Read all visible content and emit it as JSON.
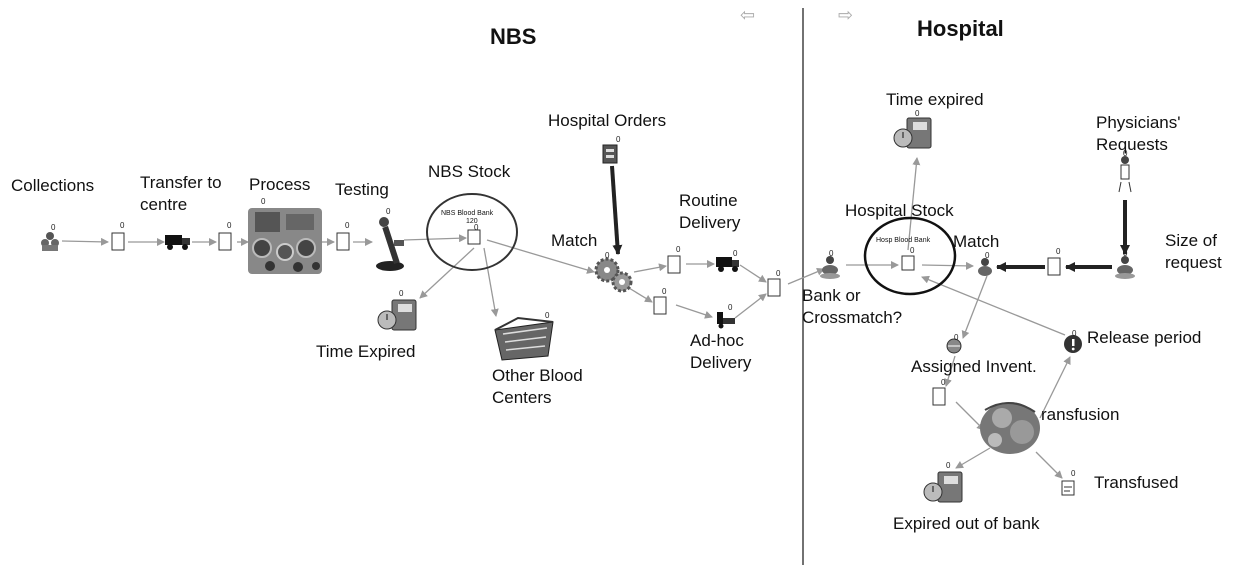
{
  "panels": {
    "left_title": "NBS",
    "right_title": "Hospital",
    "nav_left_icon": "left-arrow-icon",
    "nav_right_icon": "right-arrow-icon"
  },
  "labels": {
    "collections": "Collections",
    "transfer_1": "Transfer to",
    "transfer_2": "centre",
    "process": "Process",
    "testing": "Testing",
    "nbs_stock": "NBS Stock",
    "nbs_bank_1": "NBS Blood Bank",
    "nbs_bank_2": "120",
    "time_expired_nbs": "Time Expired",
    "other_1": "Other Blood",
    "other_2": "Centers",
    "hospital_orders": "Hospital Orders",
    "match_nbs": "Match",
    "routine_1": "Routine",
    "routine_2": "Delivery",
    "adhoc_1": "Ad-hoc",
    "adhoc_2": "Delivery",
    "time_expired_hosp": "Time expired",
    "physicians_1": "Physicians'",
    "physicians_2": "Requests",
    "hospital_stock": "Hospital Stock",
    "hosp_bank": "Hosp Blood Bank",
    "match_hosp": "Match",
    "size_1": "Size of",
    "size_2": "request",
    "bank_1": "Bank or",
    "bank_2": "Crossmatch?",
    "release": "Release period",
    "assigned": "Assigned Invent.",
    "transfusion": "ransfusion",
    "transfused": "Transfused",
    "expired_bank": "Expired out of bank"
  },
  "stock_zero": "0"
}
